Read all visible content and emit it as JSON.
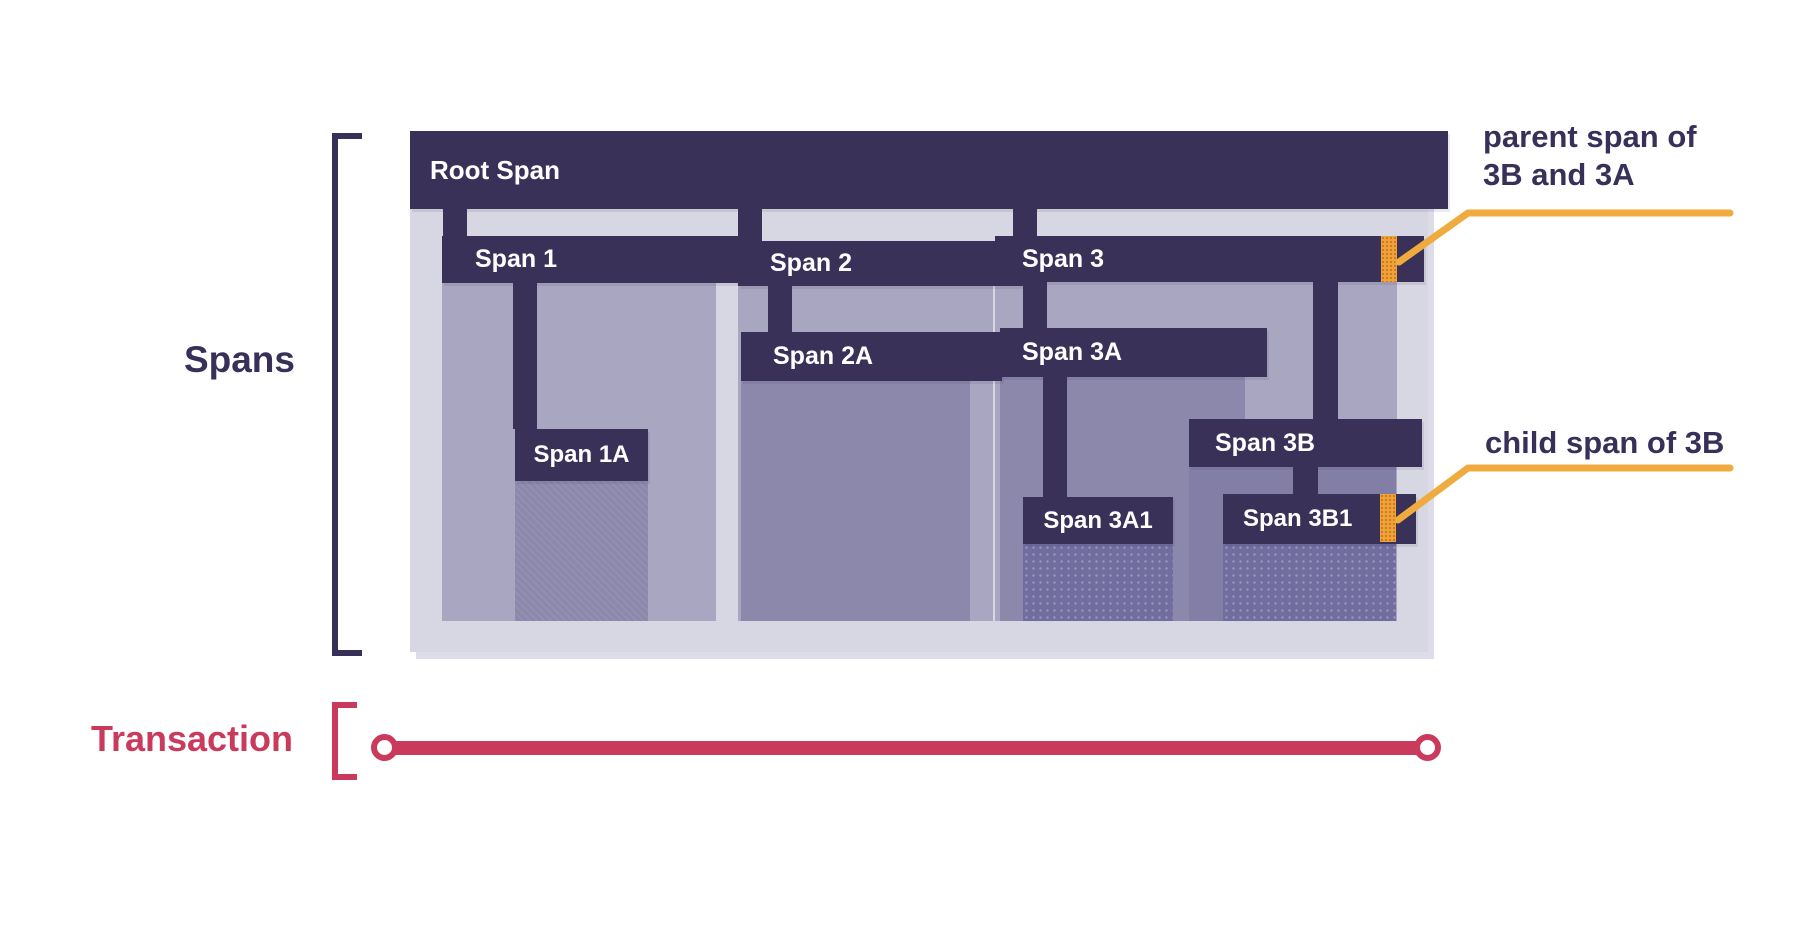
{
  "labels": {
    "spans": "Spans",
    "transaction": "Transaction"
  },
  "trace": {
    "root": {
      "label": "Root Span"
    },
    "span1": {
      "label": "Span 1"
    },
    "span1a": {
      "label": "Span 1A"
    },
    "span2": {
      "label": "Span 2"
    },
    "span2a": {
      "label": "Span 2A"
    },
    "span3": {
      "label": "Span 3"
    },
    "span3a": {
      "label": "Span 3A"
    },
    "span3a1": {
      "label": "Span 3A1"
    },
    "span3b": {
      "label": "Span 3B"
    },
    "span3b1": {
      "label": "Span 3B1"
    }
  },
  "annotations": {
    "parent_span": {
      "line1": "parent span of",
      "line2": "3B and 3A"
    },
    "child_span": {
      "text": "child span of 3B"
    }
  },
  "colors": {
    "span_bar": "#3A3159",
    "root_container": "#D7D6E3",
    "span_duration": "#A9A6C1",
    "child_duration": "#8C88AB",
    "grandchild_duration": "#716D9E",
    "highlight_marker": "#F0A238",
    "leader_line": "#F0AB3F",
    "transaction_red": "#C93A5C",
    "text_navy": "#393059"
  }
}
